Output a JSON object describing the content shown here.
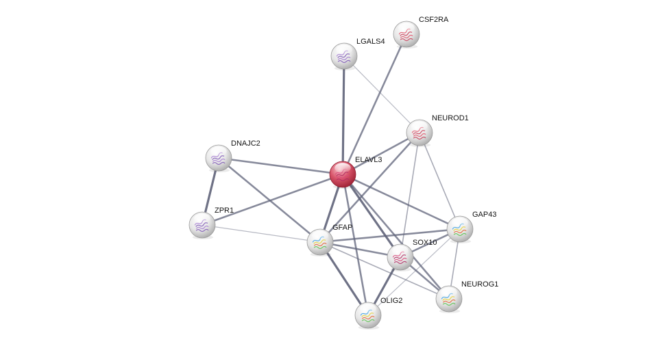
{
  "nodes": [
    {
      "id": "CSF2RA",
      "label": "CSF2RA",
      "kind": "grey",
      "glyph": "protein-structure-red"
    },
    {
      "id": "LGALS4",
      "label": "LGALS4",
      "kind": "grey",
      "glyph": "protein-structure-purple"
    },
    {
      "id": "NEUROD1",
      "label": "NEUROD1",
      "kind": "grey",
      "glyph": "protein-structure-red"
    },
    {
      "id": "DNAJC2",
      "label": "DNAJC2",
      "kind": "grey",
      "glyph": "protein-structure-purple"
    },
    {
      "id": "ELAVL3",
      "label": "ELAVL3",
      "kind": "query",
      "glyph": "protein-structure-pink"
    },
    {
      "id": "ZPR1",
      "label": "ZPR1",
      "kind": "grey",
      "glyph": "protein-structure-purple"
    },
    {
      "id": "GFAP",
      "label": "GFAP",
      "kind": "grey",
      "glyph": "protein-structure-rainbow"
    },
    {
      "id": "GAP43",
      "label": "GAP43",
      "kind": "grey",
      "glyph": "protein-structure-rainbow"
    },
    {
      "id": "SOX10",
      "label": "SOX10",
      "kind": "grey",
      "glyph": "protein-structure-pink"
    },
    {
      "id": "NEUROG1",
      "label": "NEUROG1",
      "kind": "grey",
      "glyph": "protein-structure-rainbow"
    },
    {
      "id": "OLIG2",
      "label": "OLIG2",
      "kind": "grey",
      "glyph": "protein-structure-rainbow"
    }
  ],
  "edges": [
    {
      "source": "ELAVL3",
      "target": "LGALS4",
      "strength": "strong"
    },
    {
      "source": "ELAVL3",
      "target": "CSF2RA",
      "strength": "medium"
    },
    {
      "source": "ELAVL3",
      "target": "NEUROD1",
      "strength": "medium"
    },
    {
      "source": "ELAVL3",
      "target": "DNAJC2",
      "strength": "medium"
    },
    {
      "source": "ELAVL3",
      "target": "ZPR1",
      "strength": "medium"
    },
    {
      "source": "ELAVL3",
      "target": "GFAP",
      "strength": "strong"
    },
    {
      "source": "ELAVL3",
      "target": "GAP43",
      "strength": "medium"
    },
    {
      "source": "ELAVL3",
      "target": "SOX10",
      "strength": "strong"
    },
    {
      "source": "ELAVL3",
      "target": "NEUROG1",
      "strength": "medium"
    },
    {
      "source": "ELAVL3",
      "target": "OLIG2",
      "strength": "medium"
    },
    {
      "source": "LGALS4",
      "target": "NEUROD1",
      "strength": "weak"
    },
    {
      "source": "DNAJC2",
      "target": "ZPR1",
      "strength": "strong"
    },
    {
      "source": "DNAJC2",
      "target": "GFAP",
      "strength": "medium"
    },
    {
      "source": "ZPR1",
      "target": "GFAP",
      "strength": "weak"
    },
    {
      "source": "NEUROD1",
      "target": "GFAP",
      "strength": "medium"
    },
    {
      "source": "NEUROD1",
      "target": "SOX10",
      "strength": "light"
    },
    {
      "source": "NEUROD1",
      "target": "GAP43",
      "strength": "light"
    },
    {
      "source": "GFAP",
      "target": "GAP43",
      "strength": "medium"
    },
    {
      "source": "GFAP",
      "target": "SOX10",
      "strength": "medium"
    },
    {
      "source": "GFAP",
      "target": "OLIG2",
      "strength": "strong"
    },
    {
      "source": "GFAP",
      "target": "NEUROG1",
      "strength": "light"
    },
    {
      "source": "GAP43",
      "target": "SOX10",
      "strength": "medium"
    },
    {
      "source": "GAP43",
      "target": "OLIG2",
      "strength": "weak"
    },
    {
      "source": "GAP43",
      "target": "NEUROG1",
      "strength": "light"
    },
    {
      "source": "SOX10",
      "target": "OLIG2",
      "strength": "strong"
    },
    {
      "source": "SOX10",
      "target": "NEUROG1",
      "strength": "medium"
    }
  ],
  "colors": {
    "edge": "#5f6379",
    "node_grey_light": "#ffffff",
    "node_grey_dark": "#b9b9b9",
    "node_query_light": "#f4b4bd",
    "node_query_dark": "#b32a3e"
  }
}
